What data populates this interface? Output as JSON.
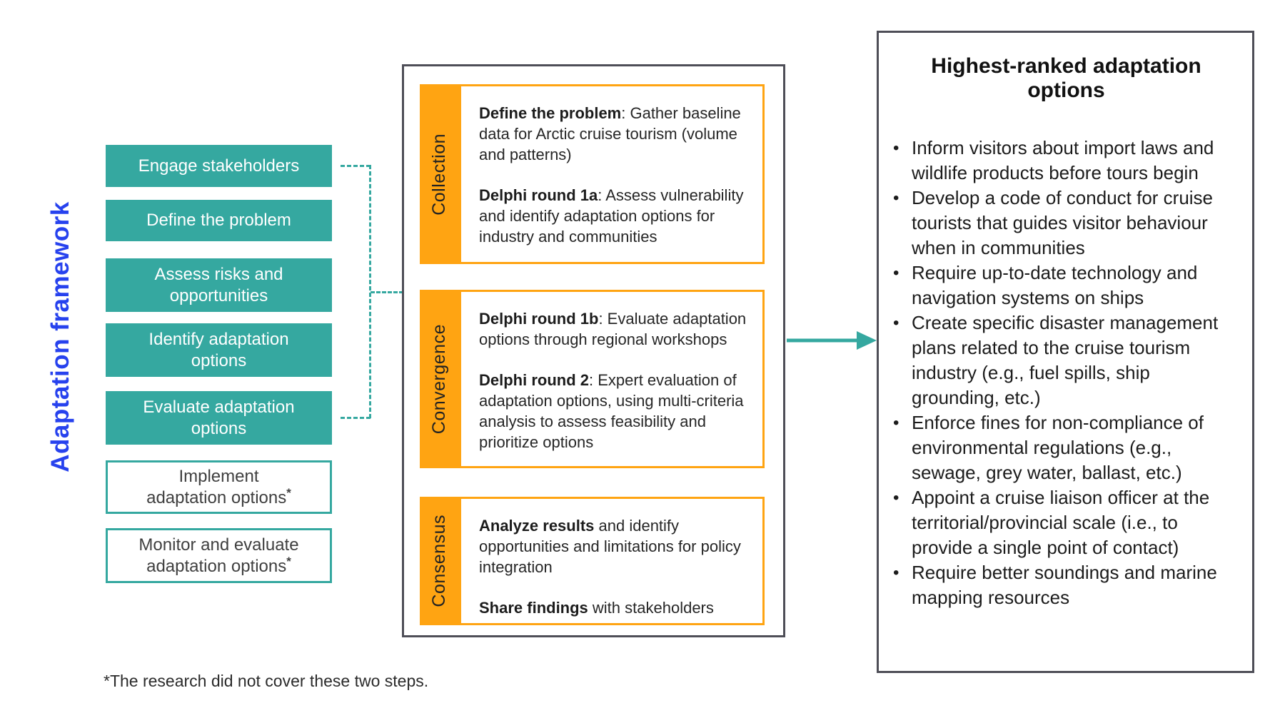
{
  "colors": {
    "teal": "#35A8A0",
    "orange": "#FFA412",
    "blue": "#2742EE",
    "border_gray": "#4E4E57"
  },
  "framework": {
    "title": "Adaptation framework",
    "steps": [
      {
        "label": "Engage stakeholders"
      },
      {
        "label": "Define the problem"
      },
      {
        "label": "Assess risks and\nopportunities"
      },
      {
        "label": "Identify adaptation\noptions"
      },
      {
        "label": "Evaluate adaptation\noptions"
      },
      {
        "label": "Implement\nadaptation options",
        "note": "*"
      },
      {
        "label": "Monitor and evaluate\nadaptation options",
        "note": "*"
      }
    ],
    "footnote": "*The research did not cover these two steps."
  },
  "process": {
    "stages": [
      {
        "label": "Collection",
        "items": [
          {
            "lead": "Define the problem",
            "text": ": Gather baseline data for Arctic cruise tourism (volume and patterns)"
          },
          {
            "lead": "Delphi round 1a",
            "text": ": Assess vulnerability and identify adaptation options for industry and communities"
          }
        ]
      },
      {
        "label": "Convergence",
        "items": [
          {
            "lead": "Delphi round 1b",
            "text": ": Evaluate adaptation options through regional workshops"
          },
          {
            "lead": "Delphi round 2",
            "text": ": Expert evaluation of adaptation options, using multi-criteria analysis to assess feasibility and prioritize options"
          }
        ]
      },
      {
        "label": "Consensus",
        "items": [
          {
            "lead": "Analyze results",
            "text": " and identify opportunities and limitations for policy integration"
          },
          {
            "lead": "Share findings",
            "text": " with stakeholders"
          }
        ]
      }
    ]
  },
  "results": {
    "title": "Highest-ranked adaptation options",
    "bullet_char": "•",
    "bullets": [
      "Inform visitors about import laws and wildlife products before tours begin",
      "Develop a code of conduct for cruise tourists that guides visitor behaviour when in communities",
      "Require up-to-date technology and navigation systems on ships",
      "Create specific disaster management plans related to the cruise tourism industry (e.g., fuel spills, ship grounding, etc.)",
      "Enforce fines for non-compliance of environmental regulations (e.g., sewage, grey water, ballast, etc.)",
      "Appoint a cruise liaison officer at the territorial/provincial scale (i.e., to provide a single point of contact)",
      "Require better soundings and marine mapping resources"
    ]
  }
}
